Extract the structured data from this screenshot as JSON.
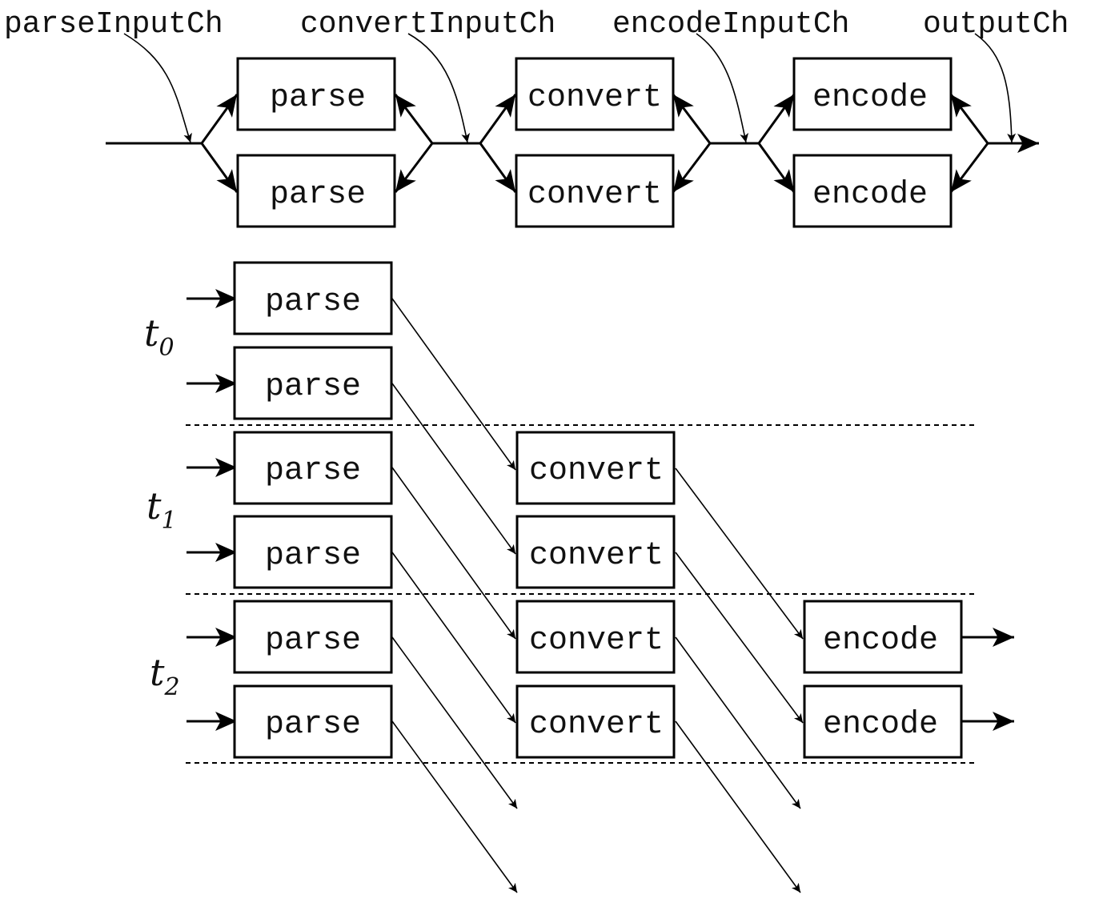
{
  "channels": {
    "parse_input": "parseInputCh",
    "convert_input": "convertInputCh",
    "encode_input": "encodeInputCh",
    "output": "outputCh"
  },
  "stages": {
    "parse": "parse",
    "convert": "convert",
    "encode": "encode"
  },
  "time_labels": [
    {
      "base": "t",
      "sub": "0"
    },
    {
      "base": "t",
      "sub": "1"
    },
    {
      "base": "t",
      "sub": "2"
    }
  ]
}
